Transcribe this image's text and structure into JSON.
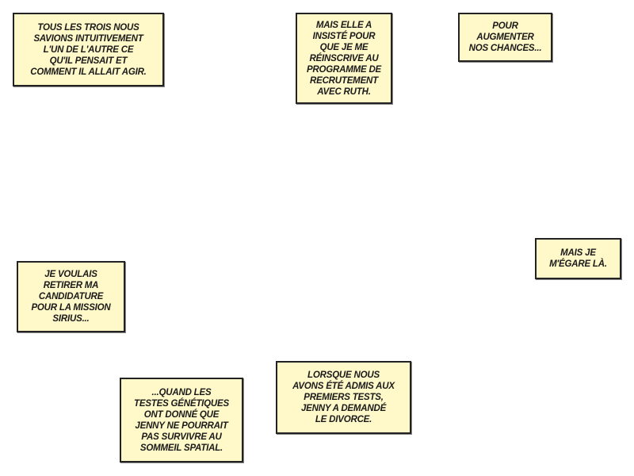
{
  "captions": [
    {
      "text": "TOUS LES TROIS NOUS\nSAVIONS INTUITIVEMENT\nL'UN DE L'AUTRE CE\nQU'IL PENSAIT ET\nCOMMENT IL ALLAIT AGIR."
    },
    {
      "text": "MAIS ELLE A\nINSISTÉ POUR\nQUE JE ME\nRÉINSCRIVE AU\nPROGRAMME DE\nRECRUTEMENT\nAVEC RUTH."
    },
    {
      "text": "POUR\nAUGMENTER\nNOS CHANCES..."
    },
    {
      "text": "MAIS JE\nM'ÉGARE LÀ."
    },
    {
      "text": "JE VOULAIS\nRETIRER MA\nCANDIDATURE\nPOUR LA MISSION\nSIRIUS..."
    },
    {
      "text": "...QUAND LES\nTESTES GÉNÉTIQUES\nONT DONNÉ QUE\nJENNY NE POURRAIT\nPAS SURVIVRE AU\nSOMMEIL SPATIAL."
    },
    {
      "text": "LORSQUE NOUS\nAVONS ÉTÉ ADMIS AUX\nPREMIERS TESTS,\nJENNY A DEMANDÉ\nLE DIVORCE."
    }
  ]
}
